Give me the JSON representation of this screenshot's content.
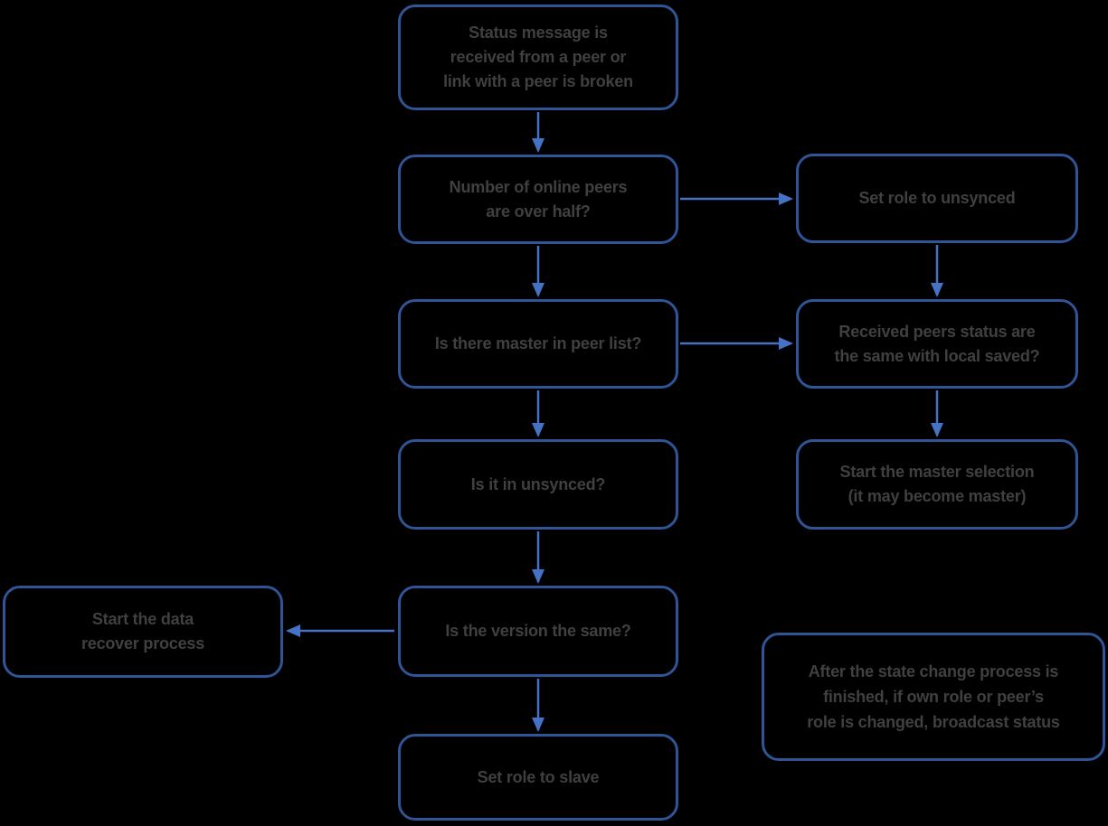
{
  "colors": {
    "background": "#000000",
    "box_border": "#2F5597",
    "arrow": "#4472C4",
    "text": "#404040"
  },
  "nodes": {
    "status_received": {
      "text": "Status message is\nreceived from a peer or\nlink with a peer is broken"
    },
    "peers_over_half": {
      "text": "Number of online peers\nare over half?"
    },
    "set_role_unsynced": {
      "text": "Set role to unsynced"
    },
    "master_in_peer_list": {
      "text": "Is there master in peer list?"
    },
    "received_status_same": {
      "text": "Received peers status are\nthe same with local saved?"
    },
    "is_it_unsynced": {
      "text": "Is it in unsynced?"
    },
    "start_master_selection": {
      "text": "Start the master selection\n(it may become master)"
    },
    "start_data_recover": {
      "text": "Start the data\nrecover process"
    },
    "version_same": {
      "text": "Is the version the same?"
    },
    "set_role_slave": {
      "text": "Set role to slave"
    },
    "broadcast_note": {
      "text": "After the state change process is\nfinished, if own role or peer’s\nrole is changed, broadcast status"
    }
  },
  "edges": [
    {
      "from": "status_received",
      "to": "peers_over_half",
      "direction": "down"
    },
    {
      "from": "peers_over_half",
      "to": "set_role_unsynced",
      "direction": "right"
    },
    {
      "from": "peers_over_half",
      "to": "master_in_peer_list",
      "direction": "down"
    },
    {
      "from": "set_role_unsynced",
      "to": "received_status_same",
      "direction": "down"
    },
    {
      "from": "master_in_peer_list",
      "to": "received_status_same",
      "direction": "right"
    },
    {
      "from": "master_in_peer_list",
      "to": "is_it_unsynced",
      "direction": "down"
    },
    {
      "from": "received_status_same",
      "to": "start_master_selection",
      "direction": "down"
    },
    {
      "from": "is_it_unsynced",
      "to": "version_same",
      "direction": "down"
    },
    {
      "from": "version_same",
      "to": "start_data_recover",
      "direction": "left"
    },
    {
      "from": "version_same",
      "to": "set_role_slave",
      "direction": "down"
    }
  ]
}
